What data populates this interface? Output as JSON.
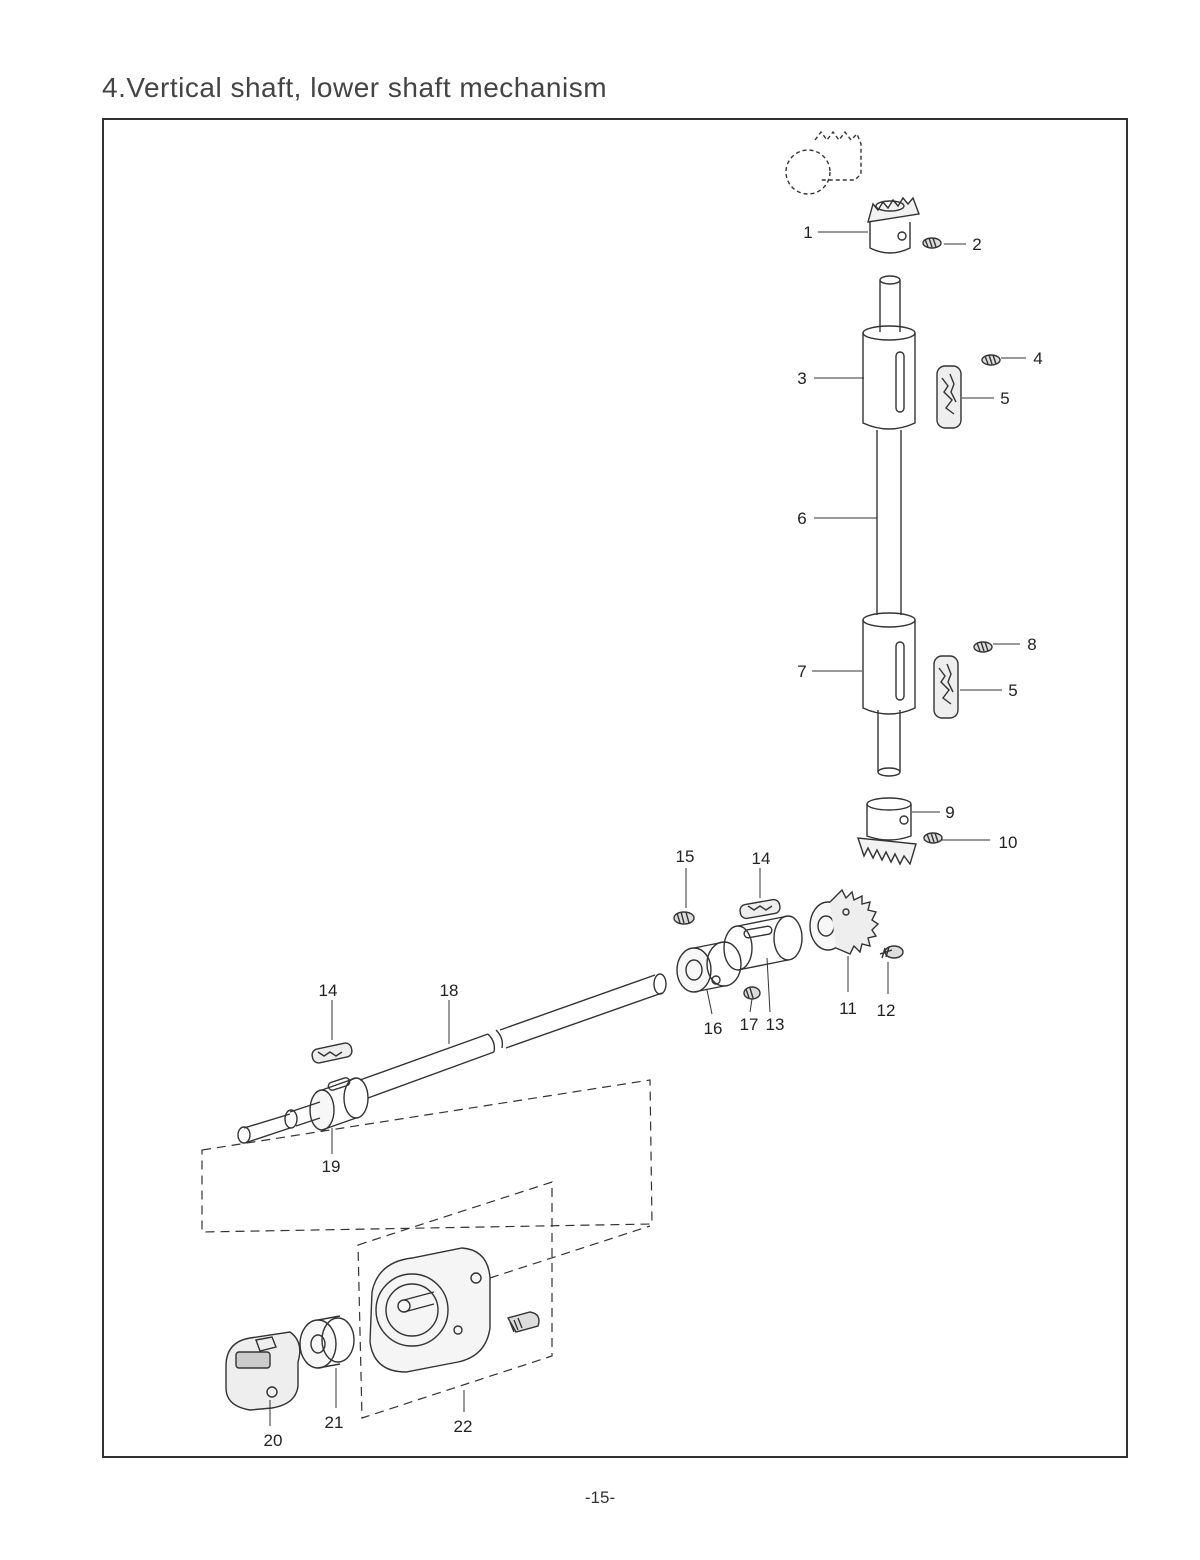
{
  "title": "4.Vertical shaft, lower shaft mechanism",
  "page_number": "-15-",
  "part_labels": {
    "p1": "1",
    "p2": "2",
    "p3": "3",
    "p4": "4",
    "p5a": "5",
    "p5b": "5",
    "p6": "6",
    "p7": "7",
    "p8": "8",
    "p9": "9",
    "p10": "10",
    "p11": "11",
    "p12": "12",
    "p13": "13",
    "p14a": "14",
    "p14b": "14",
    "p15": "15",
    "p16": "16",
    "p17": "17",
    "p18": "18",
    "p19": "19",
    "p20": "20",
    "p21": "21",
    "p22": "22"
  }
}
